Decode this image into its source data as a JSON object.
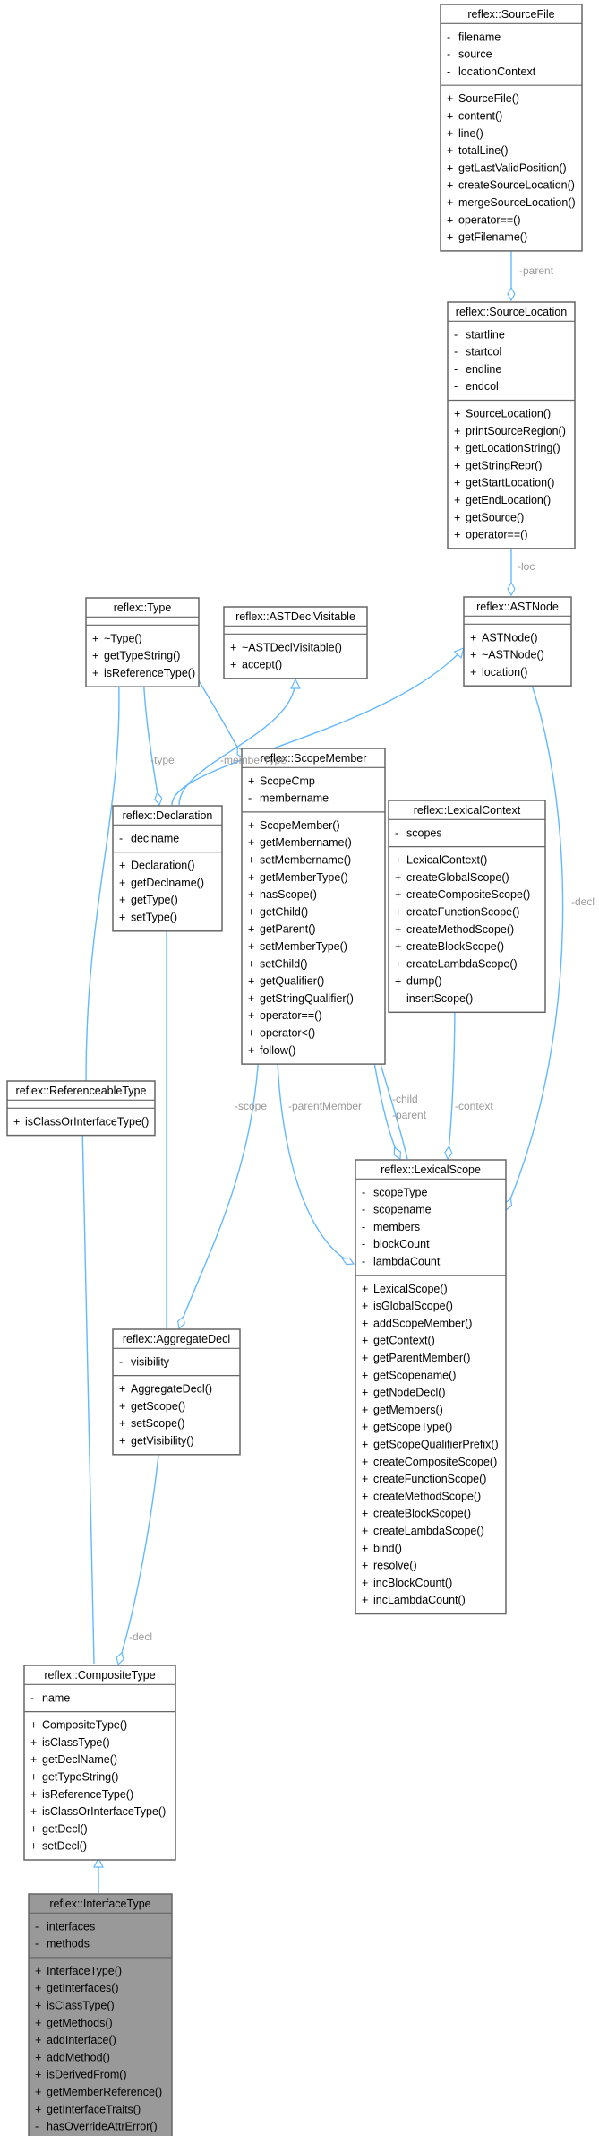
{
  "colors": {
    "inheritance": "#63b8ff",
    "association": "#404040",
    "label": "#9a9a9a",
    "box_border": "#666666",
    "highlight": "#999999"
  },
  "classes": [
    {
      "id": "SourceFile",
      "name": "reflex::SourceFile",
      "highlight": false,
      "attributes": [
        {
          "v": "-",
          "n": "filename"
        },
        {
          "v": "-",
          "n": "source"
        },
        {
          "v": "-",
          "n": "locationContext"
        }
      ],
      "methods": [
        {
          "v": "+",
          "n": "SourceFile()"
        },
        {
          "v": "+",
          "n": "content()"
        },
        {
          "v": "+",
          "n": "line()"
        },
        {
          "v": "+",
          "n": "totalLine()"
        },
        {
          "v": "+",
          "n": "getLastValidPosition()"
        },
        {
          "v": "+",
          "n": "createSourceLocation()"
        },
        {
          "v": "+",
          "n": "mergeSourceLocation()"
        },
        {
          "v": "+",
          "n": "operator==()"
        },
        {
          "v": "+",
          "n": "getFilename()"
        }
      ]
    },
    {
      "id": "SourceLocation",
      "name": "reflex::SourceLocation",
      "highlight": false,
      "attributes": [
        {
          "v": "-",
          "n": "startline"
        },
        {
          "v": "-",
          "n": "startcol"
        },
        {
          "v": "-",
          "n": "endline"
        },
        {
          "v": "-",
          "n": "endcol"
        }
      ],
      "methods": [
        {
          "v": "+",
          "n": "SourceLocation()"
        },
        {
          "v": "+",
          "n": "printSourceRegion()"
        },
        {
          "v": "+",
          "n": "getLocationString()"
        },
        {
          "v": "+",
          "n": "getStringRepr()"
        },
        {
          "v": "+",
          "n": "getStartLocation()"
        },
        {
          "v": "+",
          "n": "getEndLocation()"
        },
        {
          "v": "+",
          "n": "getSource()"
        },
        {
          "v": "+",
          "n": "operator==()"
        }
      ]
    },
    {
      "id": "Type",
      "name": "reflex::Type",
      "highlight": false,
      "attributes": [],
      "methods": [
        {
          "v": "+",
          "n": "~Type()"
        },
        {
          "v": "+",
          "n": "getTypeString()"
        },
        {
          "v": "+",
          "n": "isReferenceType()"
        }
      ]
    },
    {
      "id": "ASTDeclVisitable",
      "name": "reflex::ASTDeclVisitable",
      "highlight": false,
      "attributes": [],
      "methods": [
        {
          "v": "+",
          "n": "~ASTDeclVisitable()"
        },
        {
          "v": "+",
          "n": "accept()"
        }
      ]
    },
    {
      "id": "ASTNode",
      "name": "reflex::ASTNode",
      "highlight": false,
      "attributes": [],
      "methods": [
        {
          "v": "+",
          "n": "ASTNode()"
        },
        {
          "v": "+",
          "n": "~ASTNode()"
        },
        {
          "v": "+",
          "n": "location()"
        }
      ]
    },
    {
      "id": "ScopeMember",
      "name": "reflex::ScopeMember",
      "highlight": false,
      "attributes": [
        {
          "v": "+",
          "n": "ScopeCmp"
        },
        {
          "v": "-",
          "n": "membername"
        }
      ],
      "methods": [
        {
          "v": "+",
          "n": "ScopeMember()"
        },
        {
          "v": "+",
          "n": "getMembername()"
        },
        {
          "v": "+",
          "n": "setMembername()"
        },
        {
          "v": "+",
          "n": "getMemberType()"
        },
        {
          "v": "+",
          "n": "hasScope()"
        },
        {
          "v": "+",
          "n": "getChild()"
        },
        {
          "v": "+",
          "n": "getParent()"
        },
        {
          "v": "+",
          "n": "setMemberType()"
        },
        {
          "v": "+",
          "n": "setChild()"
        },
        {
          "v": "+",
          "n": "getQualifier()"
        },
        {
          "v": "+",
          "n": "getStringQualifier()"
        },
        {
          "v": "+",
          "n": "operator==()"
        },
        {
          "v": "+",
          "n": "operator<()"
        },
        {
          "v": "+",
          "n": "follow()"
        }
      ]
    },
    {
      "id": "Declaration",
      "name": "reflex::Declaration",
      "highlight": false,
      "attributes": [
        {
          "v": "-",
          "n": "declname"
        }
      ],
      "methods": [
        {
          "v": "+",
          "n": "Declaration()"
        },
        {
          "v": "+",
          "n": "getDeclname()"
        },
        {
          "v": "+",
          "n": "getType()"
        },
        {
          "v": "+",
          "n": "setType()"
        }
      ]
    },
    {
      "id": "LexicalContext",
      "name": "reflex::LexicalContext",
      "highlight": false,
      "attributes": [
        {
          "v": "-",
          "n": "scopes"
        }
      ],
      "methods": [
        {
          "v": "+",
          "n": "LexicalContext()"
        },
        {
          "v": "+",
          "n": "createGlobalScope()"
        },
        {
          "v": "+",
          "n": "createCompositeScope()"
        },
        {
          "v": "+",
          "n": "createFunctionScope()"
        },
        {
          "v": "+",
          "n": "createMethodScope()"
        },
        {
          "v": "+",
          "n": "createBlockScope()"
        },
        {
          "v": "+",
          "n": "createLambdaScope()"
        },
        {
          "v": "+",
          "n": "dump()"
        },
        {
          "v": "-",
          "n": "insertScope()"
        }
      ]
    },
    {
      "id": "ReferenceableType",
      "name": "reflex::ReferenceableType",
      "highlight": false,
      "attributes": [],
      "methods": [
        {
          "v": "+",
          "n": "isClassOrInterfaceType()"
        }
      ]
    },
    {
      "id": "LexicalScope",
      "name": "reflex::LexicalScope",
      "highlight": false,
      "attributes": [
        {
          "v": "-",
          "n": "scopeType"
        },
        {
          "v": "-",
          "n": "scopename"
        },
        {
          "v": "-",
          "n": "members"
        },
        {
          "v": "-",
          "n": "blockCount"
        },
        {
          "v": "-",
          "n": "lambdaCount"
        }
      ],
      "methods": [
        {
          "v": "+",
          "n": "LexicalScope()"
        },
        {
          "v": "+",
          "n": "isGlobalScope()"
        },
        {
          "v": "+",
          "n": "addScopeMember()"
        },
        {
          "v": "+",
          "n": "getContext()"
        },
        {
          "v": "+",
          "n": "getParentMember()"
        },
        {
          "v": "+",
          "n": "getScopename()"
        },
        {
          "v": "+",
          "n": "getNodeDecl()"
        },
        {
          "v": "+",
          "n": "getMembers()"
        },
        {
          "v": "+",
          "n": "getScopeType()"
        },
        {
          "v": "+",
          "n": "getScopeQualifierPrefix()"
        },
        {
          "v": "+",
          "n": "createCompositeScope()"
        },
        {
          "v": "+",
          "n": "createFunctionScope()"
        },
        {
          "v": "+",
          "n": "createMethodScope()"
        },
        {
          "v": "+",
          "n": "createBlockScope()"
        },
        {
          "v": "+",
          "n": "createLambdaScope()"
        },
        {
          "v": "+",
          "n": "bind()"
        },
        {
          "v": "+",
          "n": "resolve()"
        },
        {
          "v": "+",
          "n": "incBlockCount()"
        },
        {
          "v": "+",
          "n": "incLambdaCount()"
        }
      ]
    },
    {
      "id": "AggregateDecl",
      "name": "reflex::AggregateDecl",
      "highlight": false,
      "attributes": [
        {
          "v": "-",
          "n": "visibility"
        }
      ],
      "methods": [
        {
          "v": "+",
          "n": "AggregateDecl()"
        },
        {
          "v": "+",
          "n": "getScope()"
        },
        {
          "v": "+",
          "n": "setScope()"
        },
        {
          "v": "+",
          "n": "getVisibility()"
        }
      ]
    },
    {
      "id": "CompositeType",
      "name": "reflex::CompositeType",
      "highlight": false,
      "attributes": [
        {
          "v": "-",
          "n": "name"
        }
      ],
      "methods": [
        {
          "v": "+",
          "n": "CompositeType()"
        },
        {
          "v": "+",
          "n": "isClassType()"
        },
        {
          "v": "+",
          "n": "getDeclName()"
        },
        {
          "v": "+",
          "n": "getTypeString()"
        },
        {
          "v": "+",
          "n": "isReferenceType()"
        },
        {
          "v": "+",
          "n": "isClassOrInterfaceType()"
        },
        {
          "v": "+",
          "n": "getDecl()"
        },
        {
          "v": "+",
          "n": "setDecl()"
        }
      ]
    },
    {
      "id": "InterfaceType",
      "name": "reflex::InterfaceType",
      "highlight": true,
      "attributes": [
        {
          "v": "-",
          "n": "interfaces"
        },
        {
          "v": "-",
          "n": "methods"
        }
      ],
      "methods": [
        {
          "v": "+",
          "n": "InterfaceType()"
        },
        {
          "v": "+",
          "n": "getInterfaces()"
        },
        {
          "v": "+",
          "n": "isClassType()"
        },
        {
          "v": "+",
          "n": "getMethods()"
        },
        {
          "v": "+",
          "n": "addInterface()"
        },
        {
          "v": "+",
          "n": "addMethod()"
        },
        {
          "v": "+",
          "n": "isDerivedFrom()"
        },
        {
          "v": "+",
          "n": "getMemberReference()"
        },
        {
          "v": "+",
          "n": "getInterfaceTraits()"
        },
        {
          "v": "-",
          "n": "hasOverrideAttrError()"
        }
      ]
    }
  ],
  "edges": [
    {
      "id": "e-sourcefile-sourcelocation",
      "kind": "association",
      "label": "-parent"
    },
    {
      "id": "e-sourcelocation-astnode",
      "kind": "association",
      "label": "-loc"
    },
    {
      "id": "e-type-declaration",
      "kind": "association",
      "label": "-type"
    },
    {
      "id": "e-type-scopemember",
      "kind": "association",
      "label": "-memberType"
    },
    {
      "id": "e-astdeclvisitable-declaration",
      "kind": "inheritance",
      "label": ""
    },
    {
      "id": "e-astnode-declaration",
      "kind": "inheritance",
      "label": ""
    },
    {
      "id": "e-astnode-lexicalscope",
      "kind": "association",
      "label": "-decl"
    },
    {
      "id": "e-scopemember-lexicalscope-parent",
      "kind": "association",
      "label": "-parentMember"
    },
    {
      "id": "e-scopemember-lexicalscope-child",
      "kind": "association",
      "label": "-child"
    },
    {
      "id": "e-lexicalscope-scopemember-parent",
      "kind": "association",
      "label": "-parent"
    },
    {
      "id": "e-lexicalcontext-lexicalscope",
      "kind": "association",
      "label": "-context"
    },
    {
      "id": "e-type-referenceabletype",
      "kind": "inheritance",
      "label": ""
    },
    {
      "id": "e-declaration-aggregatedecl",
      "kind": "inheritance",
      "label": ""
    },
    {
      "id": "e-lexicalscope-aggregatedecl",
      "kind": "association",
      "label": "-scope"
    },
    {
      "id": "e-referenceabletype-compositetype",
      "kind": "inheritance",
      "label": ""
    },
    {
      "id": "e-aggregatedecl-compositetype",
      "kind": "association",
      "label": "-decl"
    },
    {
      "id": "e-compositetype-interfacetype",
      "kind": "inheritance",
      "label": ""
    }
  ]
}
